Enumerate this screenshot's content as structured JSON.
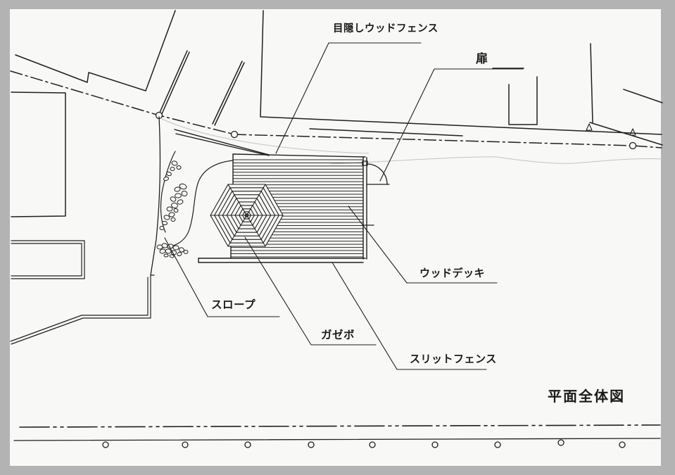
{
  "page": {
    "background_color": "#b3b3b3",
    "paper_color": "#f8f8f6",
    "ink_color": "#1f1f1f",
    "faint_line_color": "#bdbdbd"
  },
  "drawing": {
    "title": "平面全体図",
    "callouts": {
      "privacy_fence": "目隠しウッドフェンス",
      "gate": "扉",
      "wood_deck": "ウッドデッキ",
      "slope": "スロープ",
      "gazebo": "ガゼボ",
      "slit_fence": "スリットフェンス"
    }
  }
}
